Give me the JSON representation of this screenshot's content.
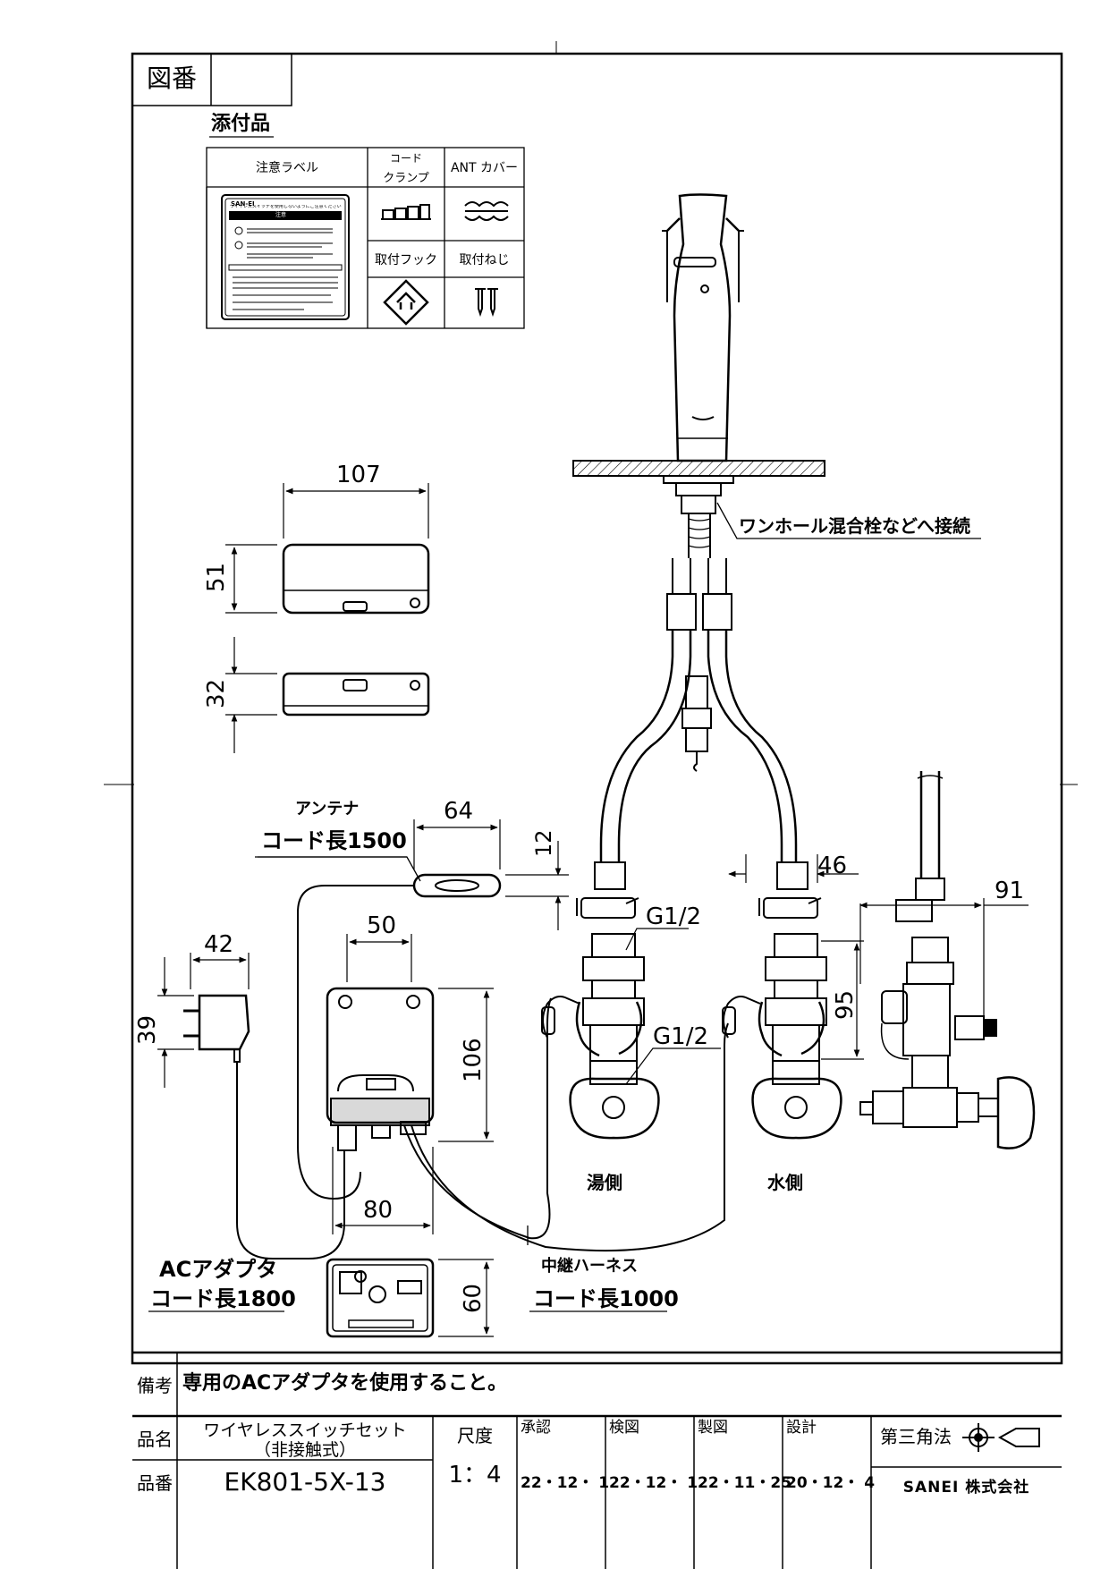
{
  "drawing_number_label": "図番",
  "drawing_number_value": "",
  "accessories": {
    "title": "添付品",
    "caution_label": "注意ラベル",
    "cord_clamp_l1": "コード",
    "cord_clamp_l2": "クランプ",
    "ant_cover": "ANT カバー",
    "hook": "取付フック",
    "screw": "取付ねじ",
    "sticker_brand": "SAN-EI",
    "sticker_heading": "ワイヤレススイッチを使用しないようにご注意ください",
    "sticker_caution": "注意"
  },
  "dims": {
    "receiver_w": "107",
    "receiver_h": "51",
    "receiver_t": "32",
    "antenna_w": "64",
    "antenna_t": "12",
    "adapter_w": "42",
    "adapter_h": "39",
    "controller_w": "50",
    "controller_h": "106",
    "controller_d": "80",
    "controller_side": "60",
    "valve_w": "46",
    "valve_h": "95",
    "valve_side": "91",
    "thread_top": "G1/2",
    "thread_mid": "G1/2"
  },
  "labels": {
    "connect_note": "ワンホール混合栓などへ接続",
    "antenna_l1": "アンテナ",
    "antenna_l2": "コード長1500",
    "adapter_l1": "ACアダプタ",
    "adapter_l2": "コード長1800",
    "harness_l1": "中継ハーネス",
    "harness_l2": "コード長1000",
    "hot_side": "湯側",
    "cold_side": "水側"
  },
  "title_block": {
    "remarks_label": "備考",
    "remarks_text": "専用のACアダプタを使用すること。",
    "name_label": "品名",
    "name_l1": "ワイヤレススイッチセット",
    "name_l2": "（非接触式）",
    "number_label": "品番",
    "number_value": "EK801-5X-13",
    "scale_label": "尺度",
    "scale_value": "1：4",
    "approve_label": "承認",
    "approve_date": "22・12・ 1",
    "check_label": "検図",
    "check_date": "22・12・ 1",
    "draft_label": "製図",
    "draft_date": "22・11・25",
    "design_label": "設計",
    "design_date": "20・12・ 4",
    "projection": "第三角法",
    "company": "SANEI 株式会社"
  }
}
